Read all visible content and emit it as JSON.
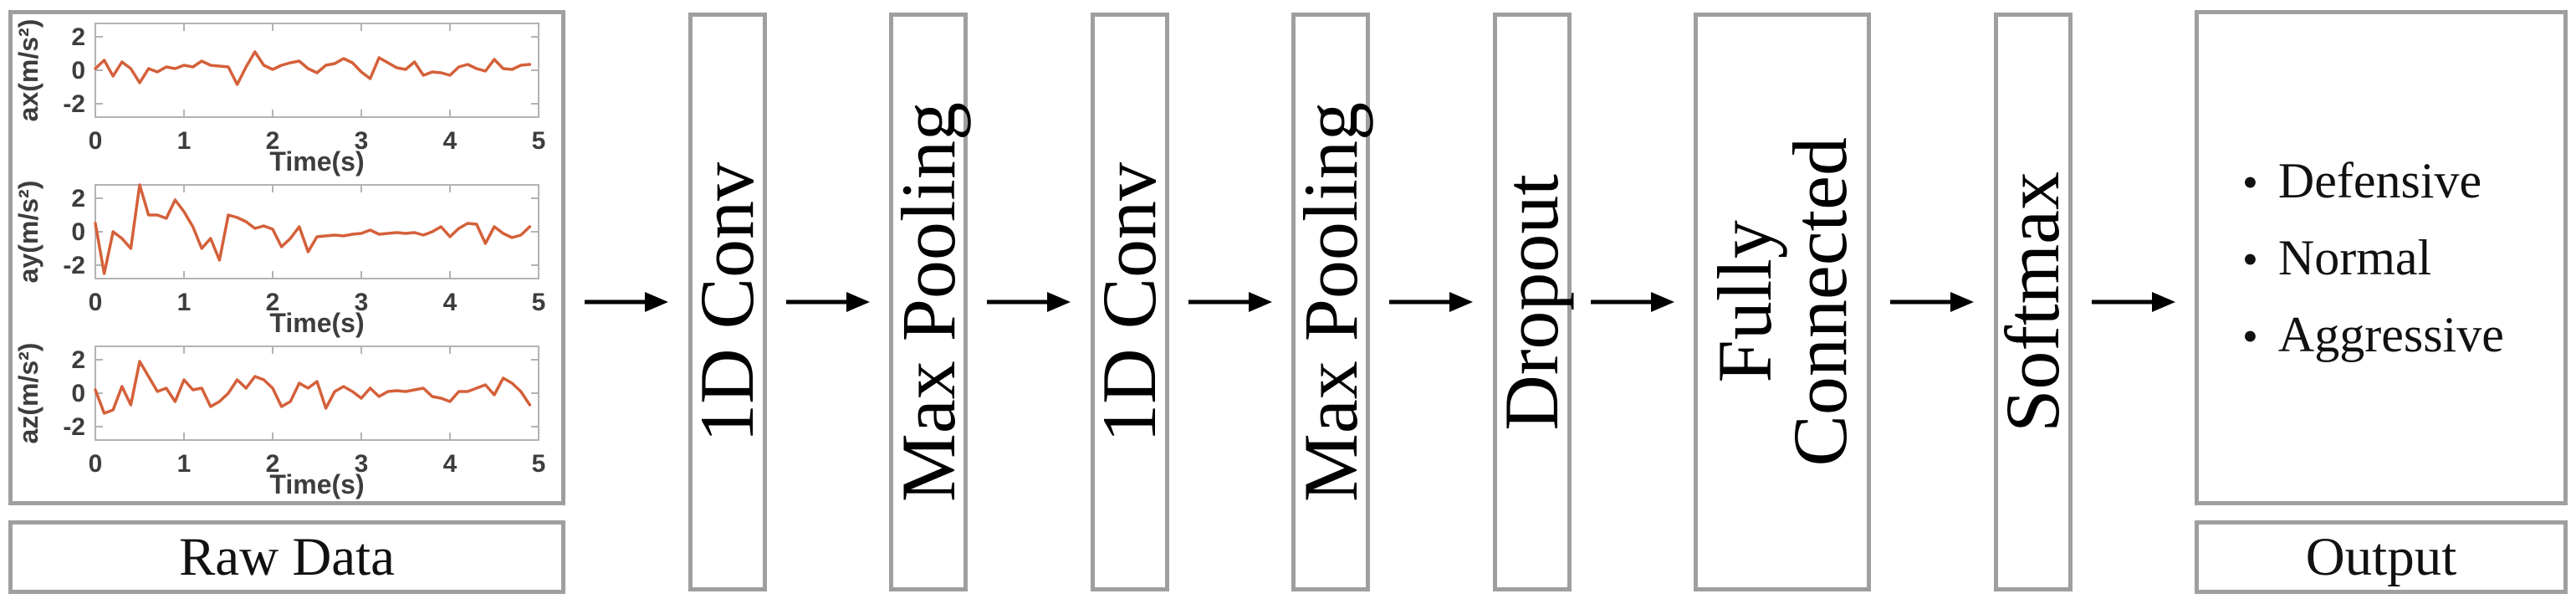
{
  "diagram": {
    "raw_label": "Raw Data",
    "stages": [
      "1D Conv",
      "Max Pooling",
      "1D Conv",
      "Max Pooling",
      "Dropout",
      "Fully\nConnected",
      "Softmax"
    ],
    "output": {
      "label": "Output",
      "bullet": "•",
      "classes": [
        "Defensive",
        "Normal",
        "Aggressive"
      ]
    }
  },
  "colors": {
    "accent_line": "#D4603A",
    "box_border": "#9f9f9f",
    "axis_border": "#b3b3b3",
    "tick_text": "#3d3d3d",
    "arrow": "#000000"
  },
  "chart_data": [
    {
      "type": "line",
      "ylabel": "ax(m/s²)",
      "xlabel": "Time(s)",
      "xticks": [
        0,
        1,
        2,
        3,
        4,
        5
      ],
      "yticks": [
        2,
        0,
        -2
      ],
      "xlim": [
        0,
        5
      ],
      "ylim": [
        -2.8,
        2.8
      ],
      "x_start": 0,
      "dt": 0.1,
      "values": [
        0.1,
        0.6,
        -0.35,
        0.5,
        0.1,
        -0.75,
        0.1,
        -0.1,
        0.2,
        0.1,
        0.3,
        0.2,
        0.55,
        0.3,
        0.25,
        0.2,
        -0.85,
        0.2,
        1.1,
        0.3,
        0.05,
        0.3,
        0.45,
        0.55,
        0.1,
        -0.15,
        0.3,
        0.4,
        0.7,
        0.45,
        -0.1,
        -0.5,
        0.75,
        0.45,
        0.15,
        0.05,
        0.5,
        -0.3,
        -0.1,
        -0.15,
        -0.3,
        0.2,
        0.35,
        0.1,
        -0.05,
        0.65,
        0.1,
        0.05,
        0.3,
        0.35
      ]
    },
    {
      "type": "line",
      "ylabel": "ay(m/s²)",
      "xlabel": "Time(s)",
      "xticks": [
        0,
        1,
        2,
        3,
        4,
        5
      ],
      "yticks": [
        2,
        0,
        -2
      ],
      "xlim": [
        0,
        5
      ],
      "ylim": [
        -2.8,
        2.8
      ],
      "x_start": 0,
      "dt": 0.1,
      "values": [
        0.5,
        -2.5,
        0.0,
        -0.4,
        -1.0,
        2.8,
        1.0,
        1.0,
        0.8,
        1.9,
        1.2,
        0.3,
        -1.0,
        -0.4,
        -1.7,
        1.0,
        0.85,
        0.6,
        0.2,
        0.35,
        0.15,
        -0.9,
        -0.4,
        0.3,
        -1.2,
        -0.3,
        -0.25,
        -0.2,
        -0.25,
        -0.15,
        -0.1,
        0.1,
        -0.15,
        -0.1,
        -0.05,
        -0.1,
        -0.05,
        -0.2,
        0.0,
        0.3,
        -0.3,
        0.2,
        0.5,
        0.45,
        -0.7,
        0.3,
        -0.1,
        -0.35,
        -0.2,
        0.3
      ]
    },
    {
      "type": "line",
      "ylabel": "az(m/s²)",
      "xlabel": "Time(s)",
      "xticks": [
        0,
        1,
        2,
        3,
        4,
        5
      ],
      "yticks": [
        2,
        0,
        -2
      ],
      "xlim": [
        0,
        5
      ],
      "ylim": [
        -2.8,
        2.8
      ],
      "x_start": 0,
      "dt": 0.1,
      "values": [
        0.2,
        -1.2,
        -1.0,
        0.4,
        -0.7,
        1.9,
        1.0,
        0.1,
        0.3,
        -0.5,
        0.8,
        0.2,
        0.3,
        -0.8,
        -0.5,
        0.0,
        0.8,
        0.3,
        1.0,
        0.8,
        0.3,
        -0.8,
        -0.5,
        0.6,
        0.3,
        0.7,
        -0.9,
        0.1,
        0.4,
        0.1,
        -0.3,
        0.3,
        -0.2,
        0.1,
        0.15,
        0.1,
        0.2,
        0.3,
        -0.2,
        -0.3,
        -0.5,
        0.1,
        0.1,
        0.3,
        0.5,
        -0.1,
        0.9,
        0.6,
        0.1,
        -0.7
      ]
    }
  ]
}
